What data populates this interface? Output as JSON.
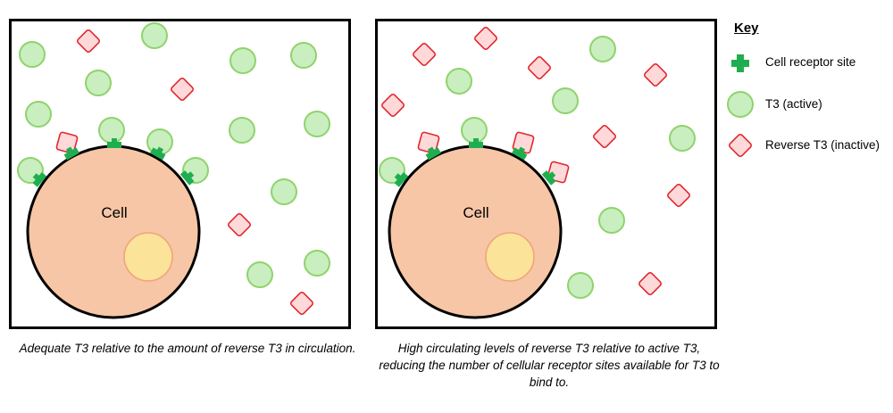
{
  "panels": [
    {
      "cell_label": "Cell",
      "caption": "Adequate T3 relative to the amount of reverse T3 in circulation."
    },
    {
      "cell_label": "Cell",
      "caption": "High circulating levels of reverse T3 relative to active T3, reducing the number of cellular receptor sites available for T3 to bind to."
    }
  ],
  "key": {
    "title": "Key",
    "items": [
      {
        "label": "Cell receptor site",
        "icon": "receptor-icon"
      },
      {
        "label": "T3 (active)",
        "icon": "t3-circle-icon"
      },
      {
        "label": "Reverse T3 (inactive)",
        "icon": "reverse-t3-diamond-icon"
      }
    ]
  },
  "colors": {
    "t3_fill": "#c9eec0",
    "t3_stroke": "#8fd36b",
    "rt3_fill": "#ffd9d9",
    "rt3_stroke": "#e0282e",
    "receptor": "#1fae4f",
    "cell_fill": "#f6c6a6",
    "nucleus_fill": "#fbe39a",
    "nucleus_stroke": "#f2a37c"
  }
}
